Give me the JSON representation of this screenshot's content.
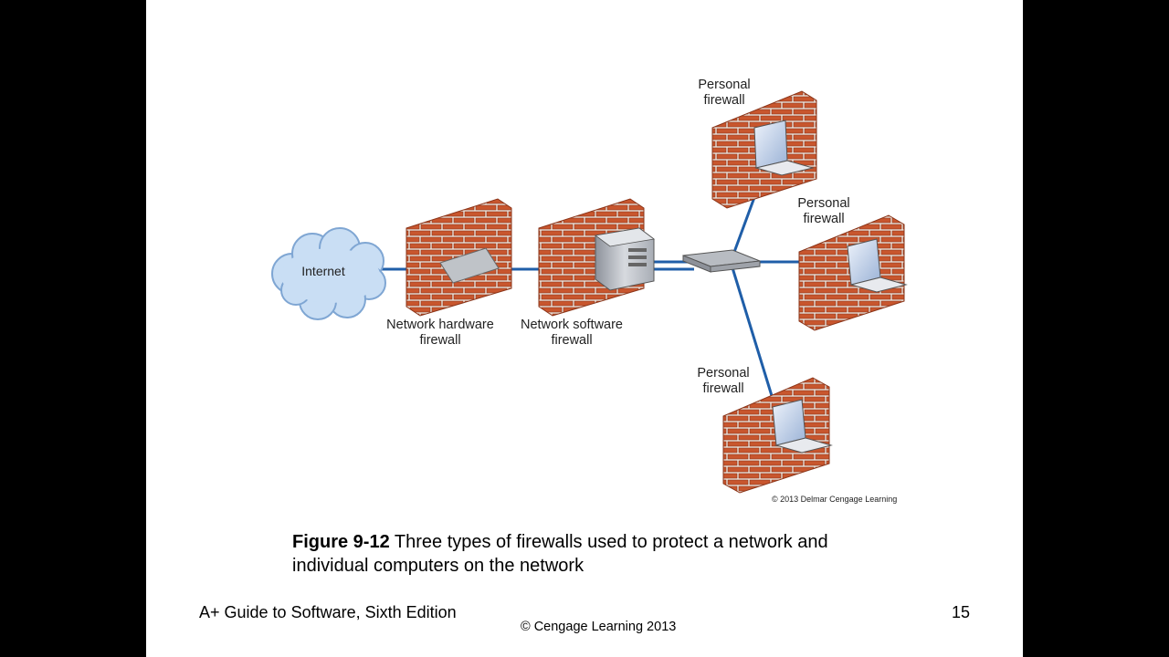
{
  "diagram": {
    "internet_label": "Internet",
    "hw_firewall_label_1": "Network hardware",
    "hw_firewall_label_2": "firewall",
    "sw_firewall_label_1": "Network software",
    "sw_firewall_label_2": "firewall",
    "personal_top_1": "Personal",
    "personal_top_2": "firewall",
    "personal_mid_1": "Personal",
    "personal_mid_2": "firewall",
    "personal_bot_1": "Personal",
    "personal_bot_2": "firewall",
    "credit": "© 2013 Delmar Cengage Learning"
  },
  "caption": {
    "figure_number": "Figure 9-12",
    "text": " Three types of firewalls used to protect a network and individual computers on the network"
  },
  "footer": {
    "book_title": "A+ Guide to Software, Sixth Edition",
    "copyright": "©  Cengage Learning 2013",
    "page_number": "15"
  },
  "colors": {
    "brick": "#c8562e",
    "mortar": "#efe4dc",
    "cable": "#1f5ea8",
    "cloud": "#c9def4"
  }
}
